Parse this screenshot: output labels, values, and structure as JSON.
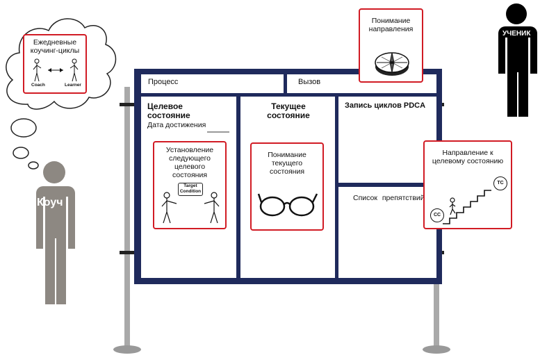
{
  "board": {
    "process_label": "Процесс",
    "challenge_label": "Вызов",
    "target_state_title": "Целевое состояние",
    "achieve_date_label": "Дата достижения",
    "current_state_title": "Текущее состояние",
    "pdca_title": "Запись циклов PDCA",
    "obstacles_title": "Список препятствий"
  },
  "cards": {
    "next_target": "Установление следующего целевого состояния",
    "target_condition_sign": "Target Condition",
    "understand_current": "Понимание текущего состояния",
    "understand_direction": "Понимание направления",
    "direction_to_target": "Направление к целевому состоянию",
    "cc_label": "CC",
    "tc_label": "TC"
  },
  "coach_thought": {
    "title": "Ежедневные коучинг-циклы",
    "coach_caption": "Coach",
    "learner_caption": "Learner"
  },
  "figures": {
    "coach_label": "Коуч",
    "learner_label": "УЧЕНИК"
  },
  "colors": {
    "board_frame": "#1f2a5c",
    "card_border": "#d11b24",
    "coach_figure": "#8d8882",
    "learner_figure": "#000000",
    "stand_pole": "#a9a9a9"
  }
}
